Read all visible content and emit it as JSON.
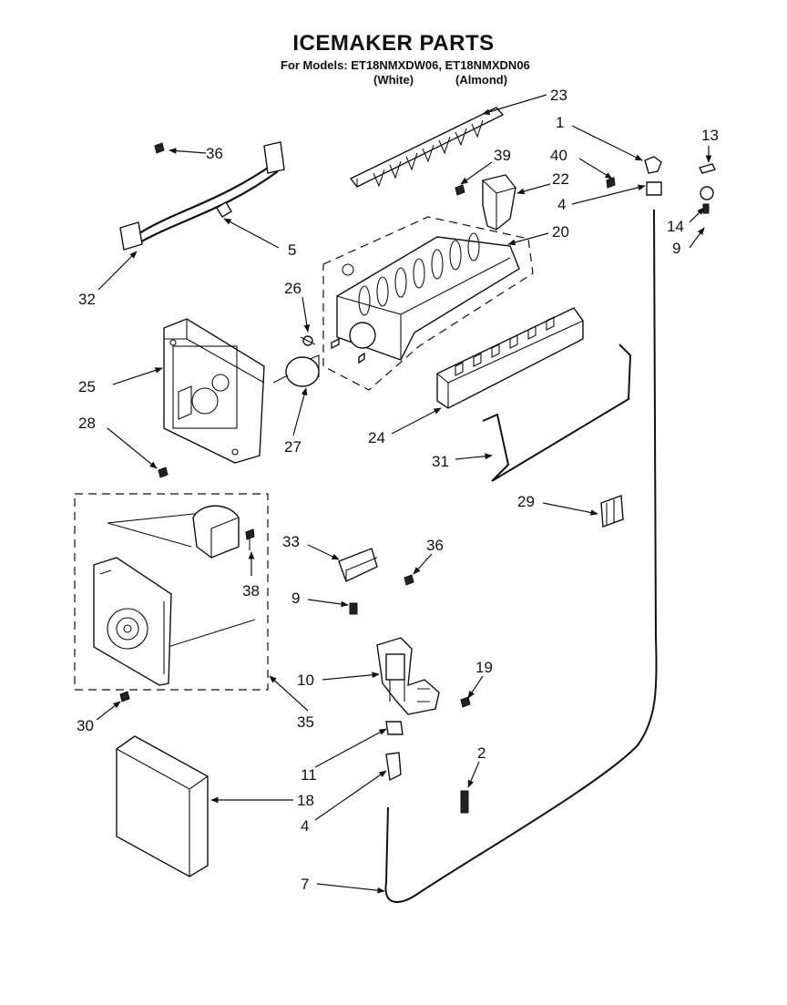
{
  "header": {
    "title": "ICEMAKER PARTS",
    "models_line": "For Models: ET18NMXDW06, ET18NMXDN06",
    "variant_white": "(White)",
    "variant_almond": "(Almond)"
  },
  "callouts": {
    "c1": "1",
    "c2": "2",
    "c4a": "4",
    "c4b": "4",
    "c5": "5",
    "c7": "7",
    "c9a": "9",
    "c9b": "9",
    "c10": "10",
    "c11": "11",
    "c13": "13",
    "c14": "14",
    "c18": "18",
    "c19": "19",
    "c20": "20",
    "c22": "22",
    "c23": "23",
    "c24": "24",
    "c25": "25",
    "c26": "26",
    "c27": "27",
    "c28": "28",
    "c29": "29",
    "c30": "30",
    "c31": "31",
    "c32": "32",
    "c33": "33",
    "c35": "35",
    "c36a": "36",
    "c36b": "36",
    "c38": "38",
    "c39": "39",
    "c40": "40"
  }
}
